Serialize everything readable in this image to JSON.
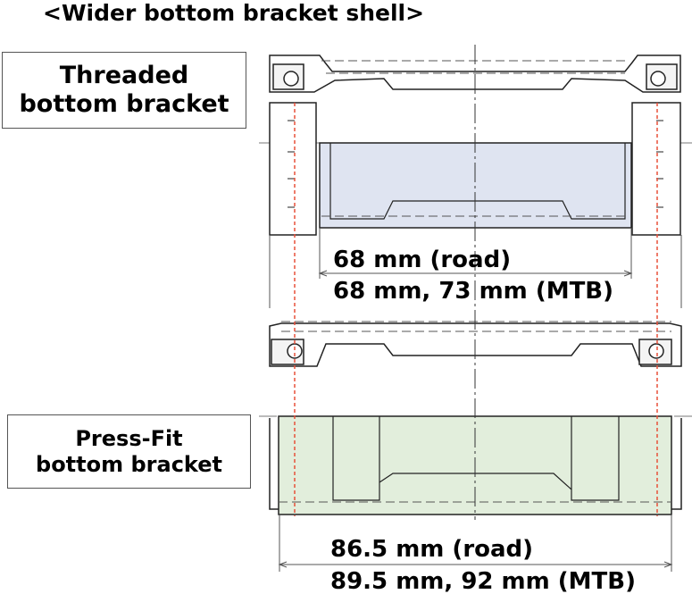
{
  "title": "<Wider bottom bracket shell>",
  "threaded": {
    "label_line1": "Threaded",
    "label_line2": "bottom bracket",
    "dim_road": "68 mm (road)",
    "dim_mtb": "68 mm, 73 mm (MTB)",
    "fill_color": "#dfe4f1"
  },
  "pressfit": {
    "label_line1": "Press-Fit",
    "label_line2": "bottom bracket",
    "dim_road": "86.5 mm (road)",
    "dim_mtb": "89.5 mm, 92 mm (MTB)",
    "fill_color": "#e2eedc"
  },
  "guide_color": "#e8503a"
}
